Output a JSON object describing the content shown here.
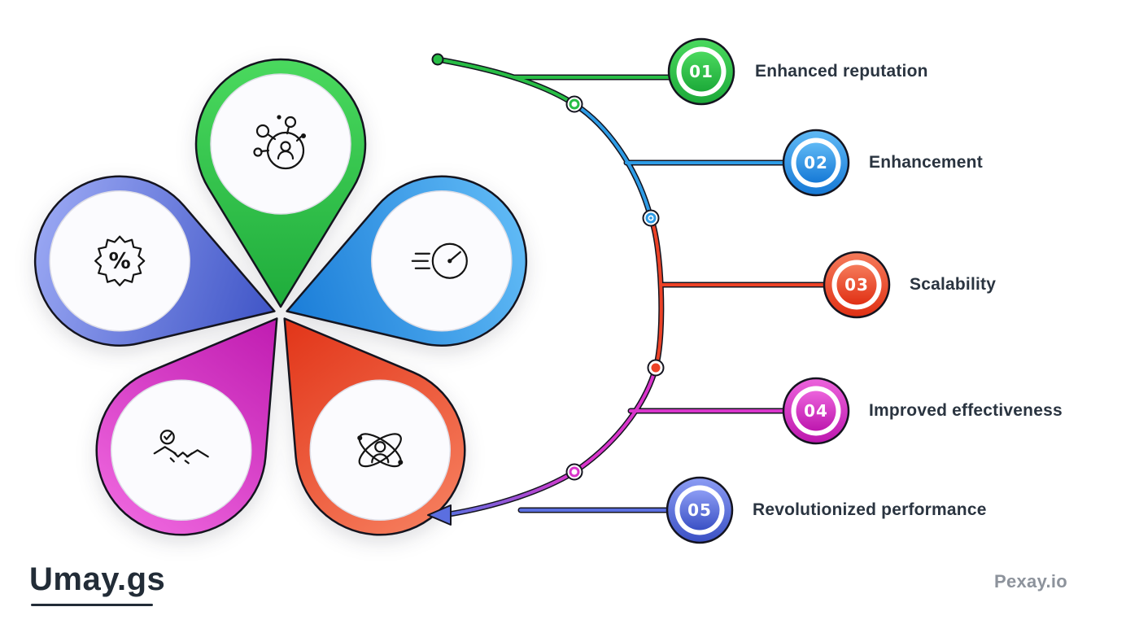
{
  "palette": {
    "green": "#28bd45",
    "blue": "#2e9ce6",
    "red": "#ec4227",
    "magenta": "#d935cb",
    "indigo": "#5b6fe0",
    "outline": "#14141f",
    "text_dark": "#2a3440",
    "text_gray": "#8d939c"
  },
  "flower": {
    "percent_symbol": "%",
    "petals": [
      {
        "position": "top",
        "icon": "people-network-icon",
        "color_light": "#4ad95e",
        "color_dark": "#1ca939"
      },
      {
        "position": "upper-right",
        "icon": "speedometer-icon",
        "color_light": "#5fb9f5",
        "color_dark": "#1679d6"
      },
      {
        "position": "lower-right",
        "icon": "person-atom-icon",
        "color_light": "#f57a5a",
        "color_dark": "#e03014"
      },
      {
        "position": "lower-left",
        "icon": "handshake-check-icon",
        "color_light": "#ec63dc",
        "color_dark": "#bd17ae"
      },
      {
        "position": "upper-left",
        "icon": "percent-badge-icon",
        "color_light": "#97a5f2",
        "color_dark": "#3a50c4"
      }
    ]
  },
  "steps": [
    {
      "number": "01",
      "label": "Enhanced reputation",
      "color": "#28bd45"
    },
    {
      "number": "02",
      "label": "Enhancement",
      "color": "#2e9ce6"
    },
    {
      "number": "03",
      "label": "Scalability",
      "color": "#ec4227"
    },
    {
      "number": "04",
      "label": "Improved effectiveness",
      "color": "#d935cb"
    },
    {
      "number": "05",
      "label": "Revolutionized performance",
      "color": "#5b6fe0"
    }
  ],
  "footer": {
    "logo_text": "Umay.gs",
    "credit_text": "Pexay.io"
  }
}
